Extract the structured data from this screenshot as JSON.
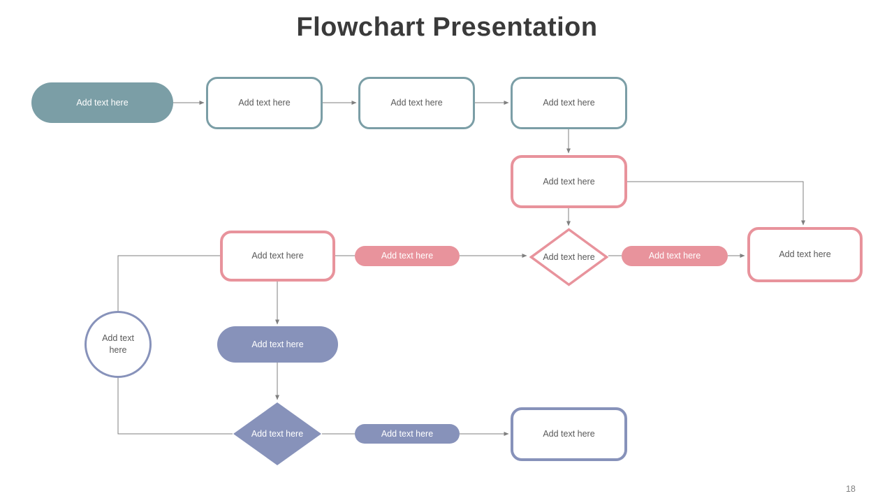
{
  "title": "Flowchart Presentation",
  "page_number": "18",
  "colors": {
    "teal": "#7B9EA6",
    "pink": "#E8939C",
    "purple": "#8792BA",
    "connector": "#7F7F7F",
    "node_text": "#595959",
    "title_text": "#3A3A3A",
    "page_text": "#7F7F7F",
    "background": "#FFFFFF"
  },
  "nodes": [
    {
      "id": "start-pill",
      "shape": "pill",
      "color": "teal",
      "label": "Add text here"
    },
    {
      "id": "process-1",
      "shape": "box",
      "color": "teal",
      "label": "Add text here"
    },
    {
      "id": "process-2",
      "shape": "box",
      "color": "teal",
      "label": "Add text here"
    },
    {
      "id": "process-3",
      "shape": "box",
      "color": "teal",
      "label": "Add text here"
    },
    {
      "id": "process-4",
      "shape": "box",
      "color": "pink",
      "label": "Add text here"
    },
    {
      "id": "decision-1",
      "shape": "diamond",
      "color": "pink",
      "label": "Add text here"
    },
    {
      "id": "process-5",
      "shape": "box",
      "color": "pink",
      "label": "Add text here"
    },
    {
      "id": "connector-pill-1",
      "shape": "pill",
      "color": "pink",
      "label": "Add text here"
    },
    {
      "id": "connector-pill-2",
      "shape": "pill",
      "color": "pink",
      "label": "Add text here"
    },
    {
      "id": "process-6",
      "shape": "box",
      "color": "pink",
      "label": "Add text here"
    },
    {
      "id": "terminator-circle",
      "shape": "circle",
      "color": "purple",
      "label": "Add text here"
    },
    {
      "id": "process-pill",
      "shape": "pill",
      "color": "purple",
      "label": "Add text here"
    },
    {
      "id": "decision-2",
      "shape": "diamond",
      "color": "purple",
      "label": "Add text here"
    },
    {
      "id": "connector-pill-3",
      "shape": "pill",
      "color": "purple",
      "label": "Add text here"
    },
    {
      "id": "process-7",
      "shape": "box",
      "color": "purple",
      "label": "Add text here"
    }
  ]
}
